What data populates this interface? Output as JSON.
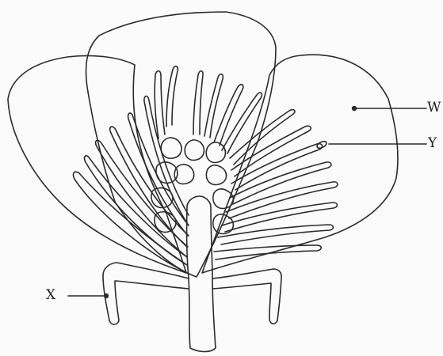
{
  "diagram": {
    "labels": {
      "w": "W",
      "y": "Y",
      "x": "X"
    },
    "ink_color": "#2b2b2b",
    "background_color": "#fbfbfb"
  }
}
